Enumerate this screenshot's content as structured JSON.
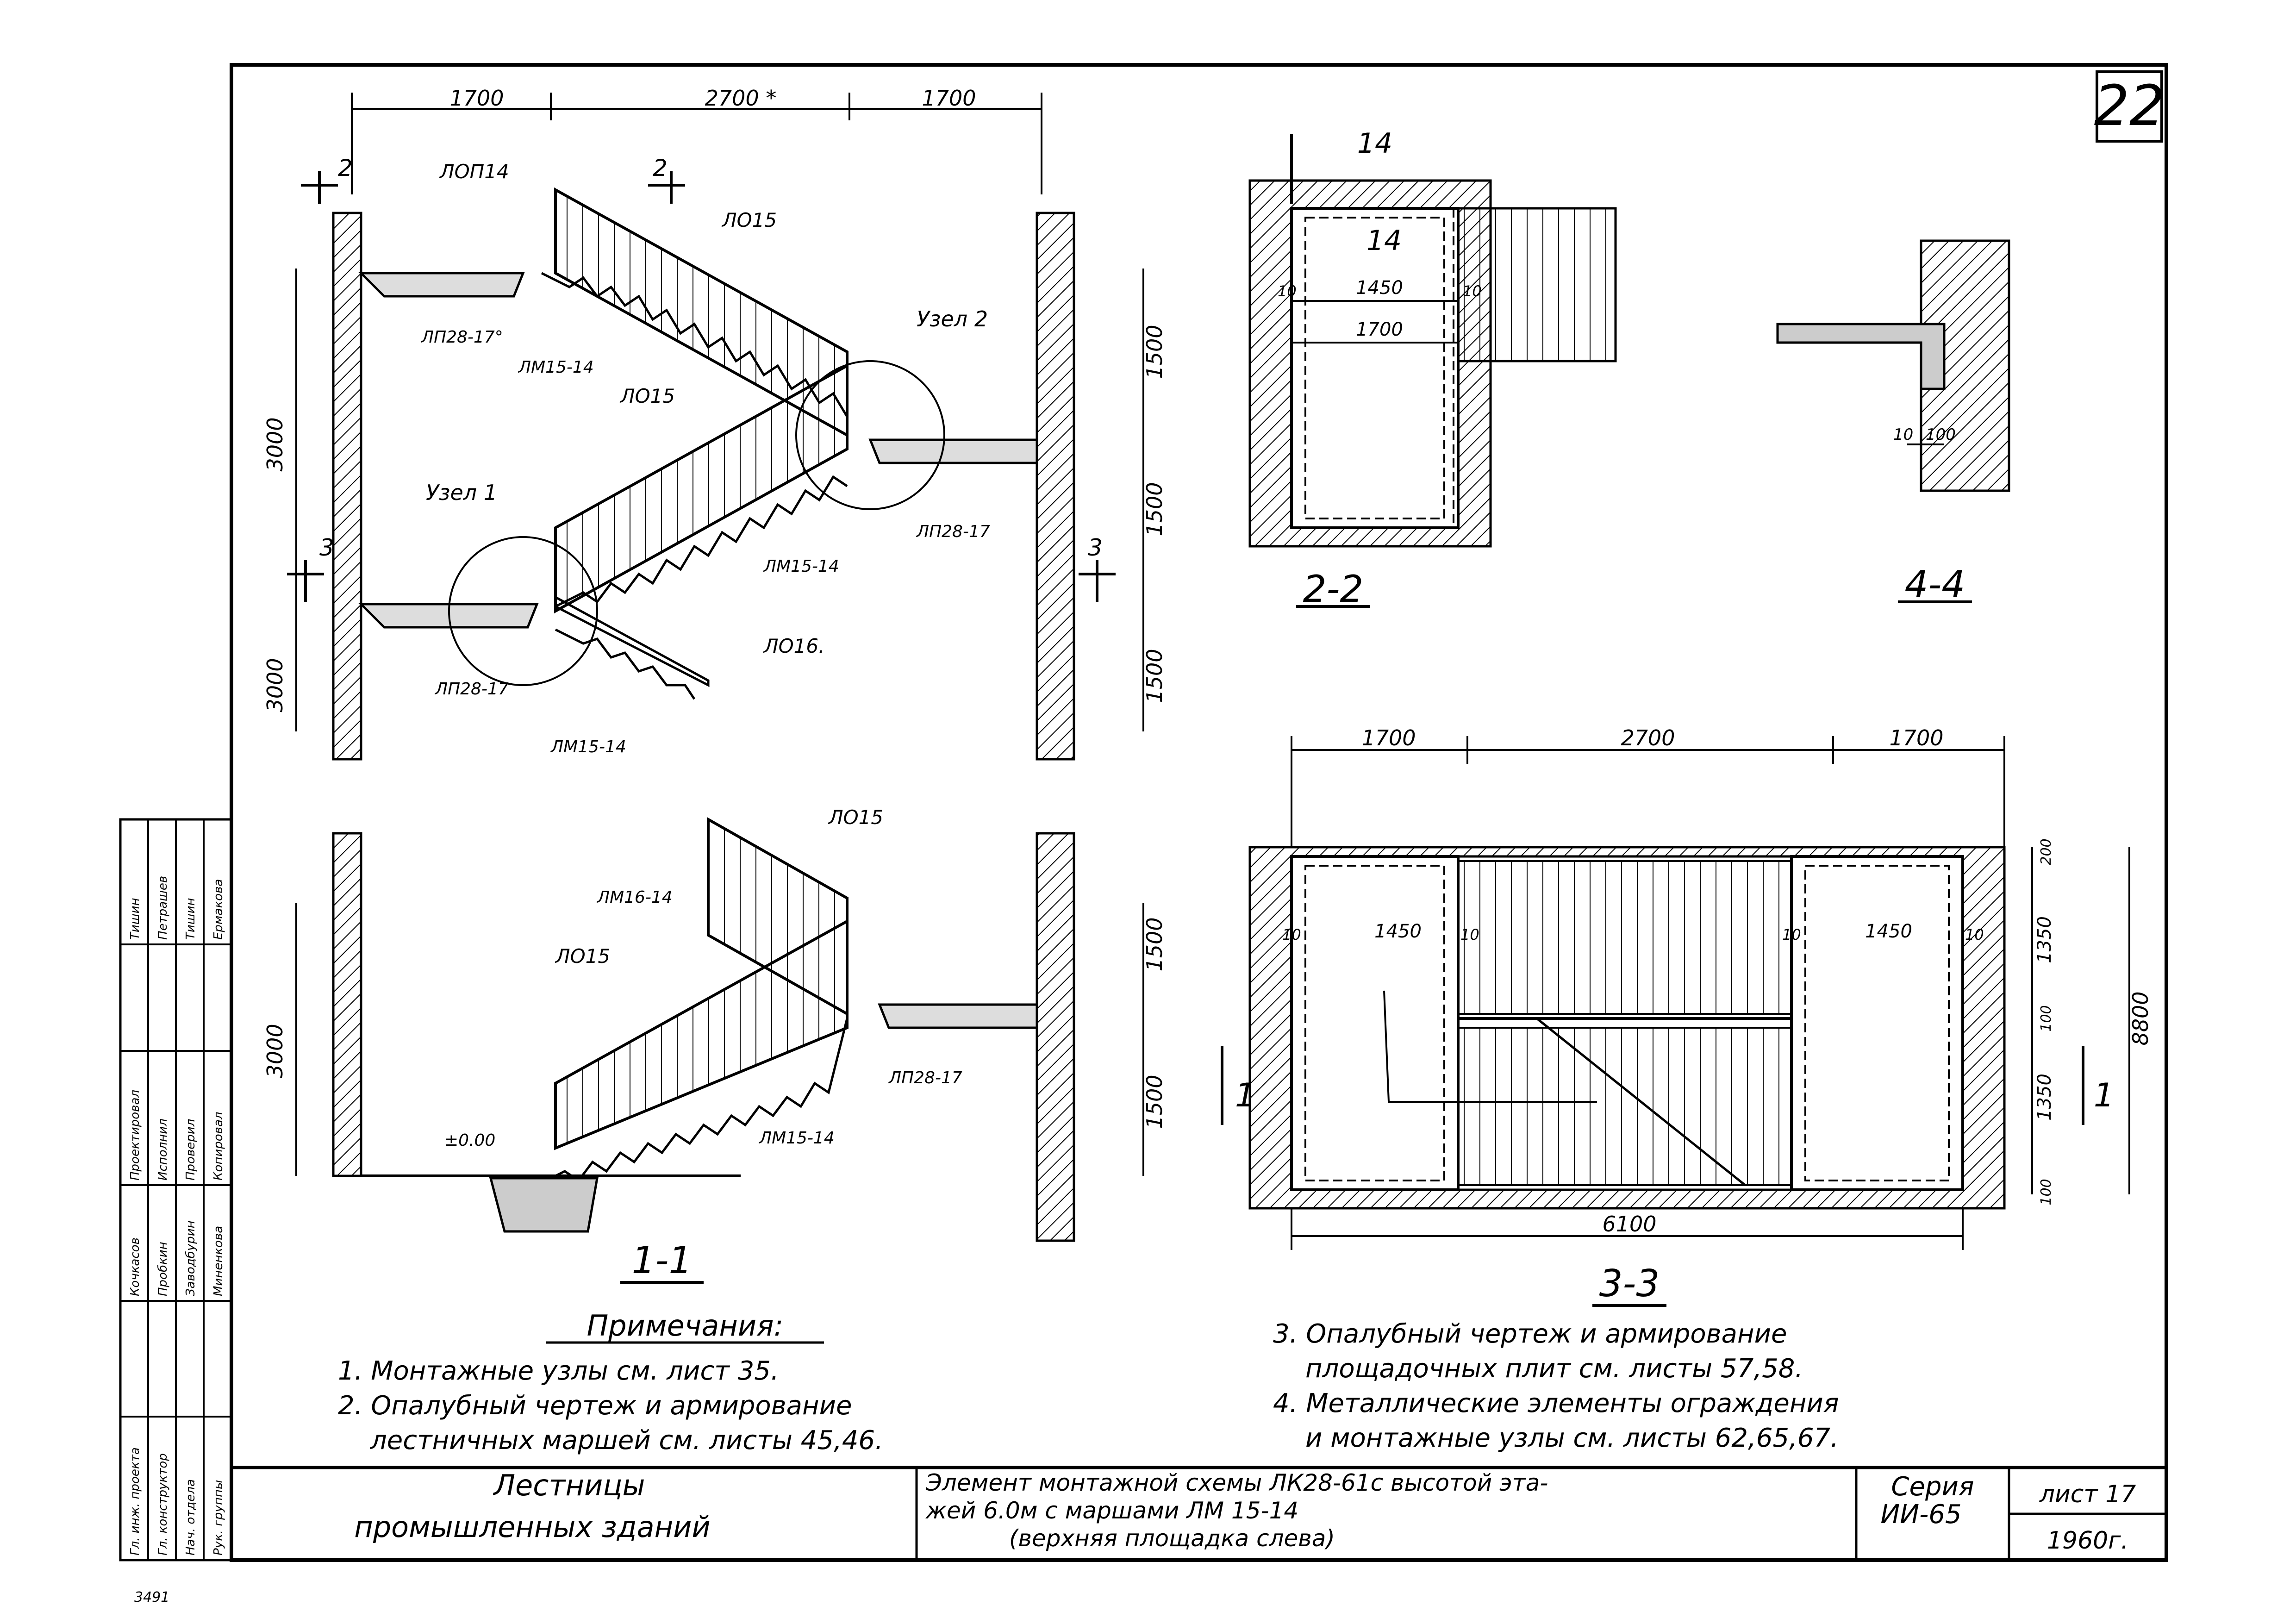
{
  "sheet": {
    "number": "22",
    "stamp_number": "3491"
  },
  "section_1_1": {
    "title": "1-1",
    "dims_top": [
      "1700",
      "2700 *",
      "1700"
    ],
    "dims_left": [
      "3000",
      "3000",
      "3000"
    ],
    "dims_right": [
      "1500",
      "1500",
      "1500",
      "1500",
      "1500"
    ],
    "cut_marks": [
      "2",
      "2",
      "3",
      "3"
    ],
    "labels": {
      "lop14": "ЛОП14",
      "lo15_a": "ЛО15",
      "lo15_b": "ЛО15",
      "lo16": "ЛО16.",
      "lm15_14_a": "ЛМ15-14",
      "lm15_14_b": "ЛМ15-14",
      "lm15_14_c": "ЛМ15-14",
      "lp28_17_a": "ЛП28-17°",
      "lp28_17_b": "ЛП28-17",
      "lp28_17_c": "ЛП28-17",
      "node1": "Узел 1",
      "node2": "Узел 2",
      "lo15_low_a": "ЛО15",
      "lo15_low_b": "ЛО15",
      "lm16_14": "ЛМ16-14",
      "lm15_14_low": "ЛМ15-14",
      "lp28_17_low": "ЛП28-17",
      "level_mark": "±0.00"
    }
  },
  "section_2_2": {
    "title": "2-2",
    "cut": "14",
    "inner_mark": "14",
    "dim_1450": "1450",
    "dim_1700": "1700",
    "dim_10a": "10",
    "dim_10b": "10"
  },
  "section_4_4": {
    "title": "4-4",
    "dim_10": "10",
    "dim_100": "100"
  },
  "section_3_3": {
    "title": "3-3",
    "dims_top": [
      "1700",
      "2700",
      "1700"
    ],
    "dim_bottom": "6100",
    "inner_left": [
      "10",
      "1450",
      "10"
    ],
    "inner_right": [
      "10",
      "1450",
      "10"
    ],
    "dims_right": [
      "200",
      "1350",
      "100",
      "1350",
      "100"
    ],
    "dim_overall": "8800",
    "cut_left": "1",
    "cut_right": "1"
  },
  "notes": {
    "heading": "Примечания:",
    "items": [
      "1. Монтажные узлы см. лист 35.",
      "2. Опалубный чертеж и армирование",
      "лестничных маршей см. листы 45,46.",
      "3. Опалубный чертеж и армирование",
      "площадочных плит см. листы 57,58.",
      "4. Металлические элементы ограждения",
      "и монтажные узлы см. листы 62,65,67."
    ]
  },
  "title_block": {
    "project_title_1": "Лестницы",
    "project_title_2": "промышленных зданий",
    "drawing_title_1": "Элемент монтажной схемы ЛК28-61с высотой эта-",
    "drawing_title_2": "жей 6.0м с маршами ЛМ 15-14",
    "drawing_title_3": "(верхняя площадка слева)",
    "series_label": "Серия",
    "series_value": "ИИ-65",
    "sheet_label": "лист 17",
    "year": "1960г."
  },
  "side_stamp": {
    "roles": [
      "Гл. инж. проекта",
      "Гл. конструктор",
      "Нач. отдела",
      "Рук. группы"
    ],
    "names_1": [
      "Кочкасов",
      "Пробкин",
      "Заводбурин",
      "Миненкова"
    ],
    "roles_2": [
      "Проектировал",
      "Исполнил",
      "Проверил",
      "Копировал"
    ],
    "names_2": [
      "Тишин",
      "Петрашев",
      "Тишин",
      "Ермакова"
    ]
  }
}
